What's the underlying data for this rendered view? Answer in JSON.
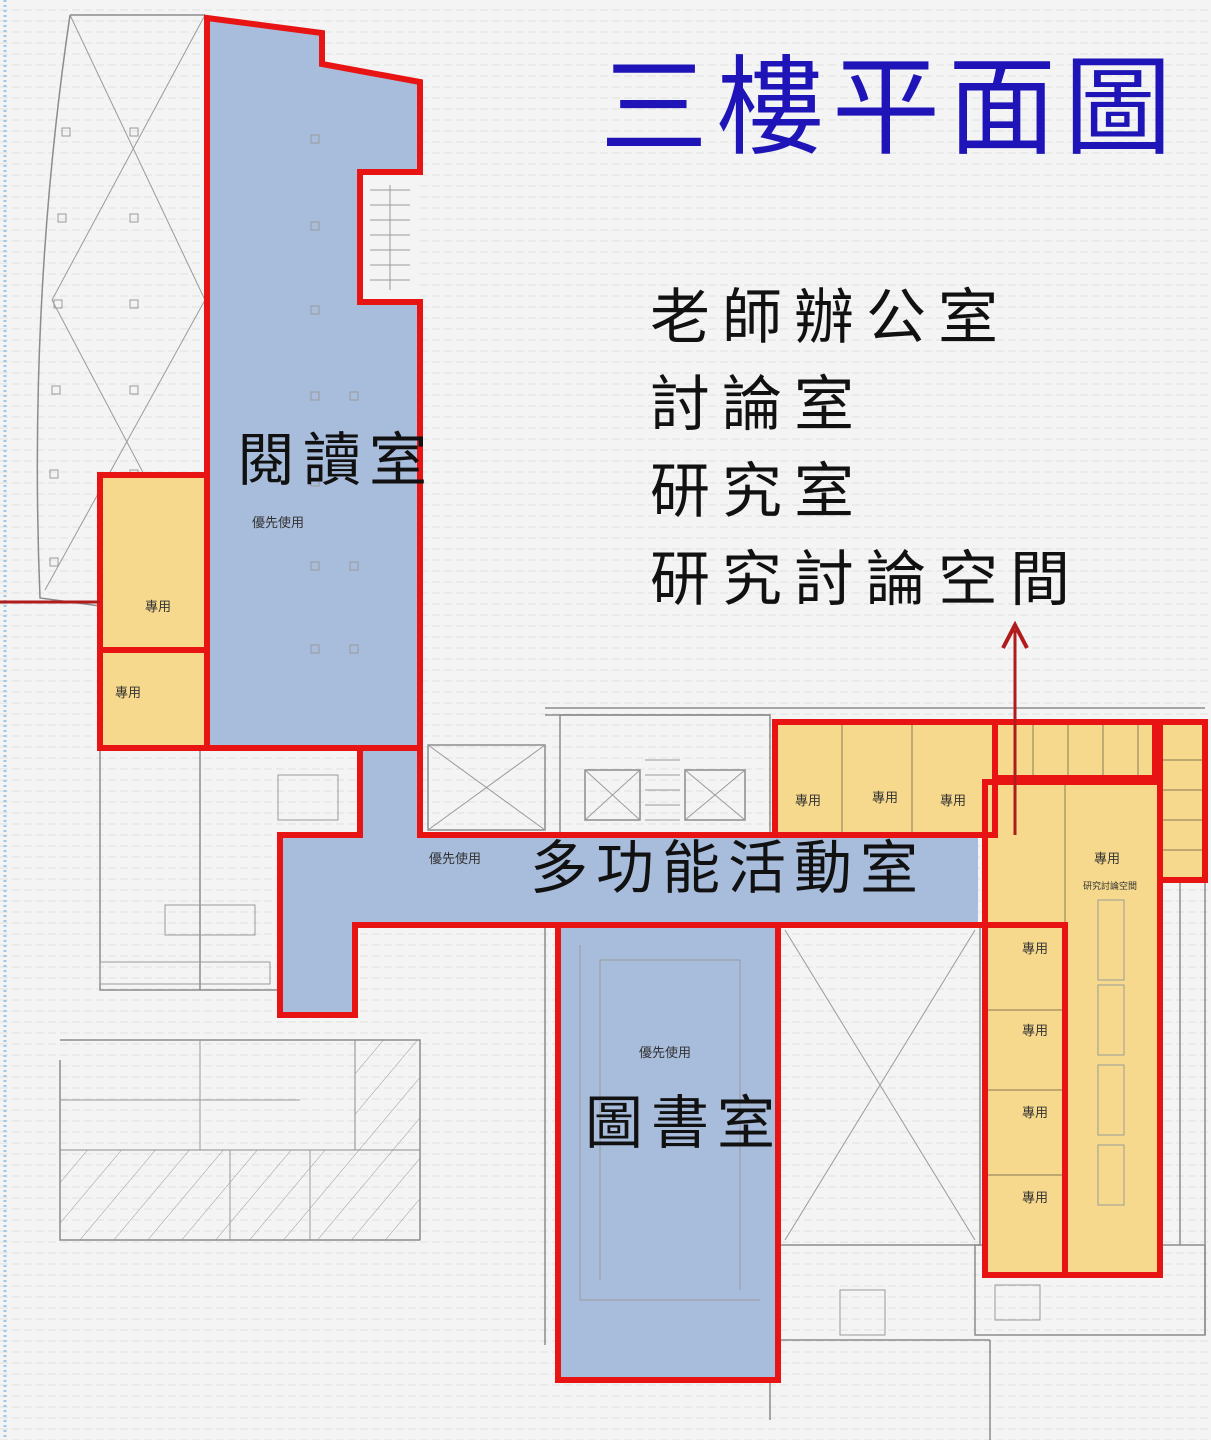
{
  "title": "三樓平面圖",
  "legend_list": [
    "老師辦公室",
    "討論室",
    "研究室",
    "研究討論空間"
  ],
  "rooms": {
    "reading_room": "閱讀室",
    "multipurpose_room": "多功能活動室",
    "library": "圖書室"
  },
  "small_labels": {
    "priority_use": "優先使用",
    "exclusive_use": "專用",
    "research_space": "研究討論空間"
  },
  "colors": {
    "title": "#1f14b8",
    "shared_room_fill": "#a8bcdc",
    "dedicated_room_fill": "#f6d98c",
    "outline": "#e81414",
    "arrow": "#b01c1c"
  }
}
